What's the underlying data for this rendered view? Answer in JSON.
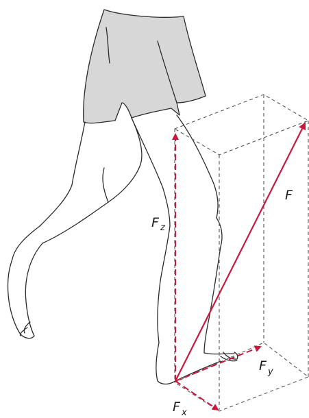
{
  "diagram": {
    "labels": {
      "f": "F",
      "fz_main": "F",
      "fz_sub": "z",
      "fy_main": "F",
      "fy_sub": "y",
      "fx_main": "F",
      "fx_sub": "x"
    },
    "colors": {
      "vector": "#c8183c",
      "box": "#555555",
      "outline": "#2a2a2a",
      "shorts_fill": "#d7d7d7"
    }
  }
}
